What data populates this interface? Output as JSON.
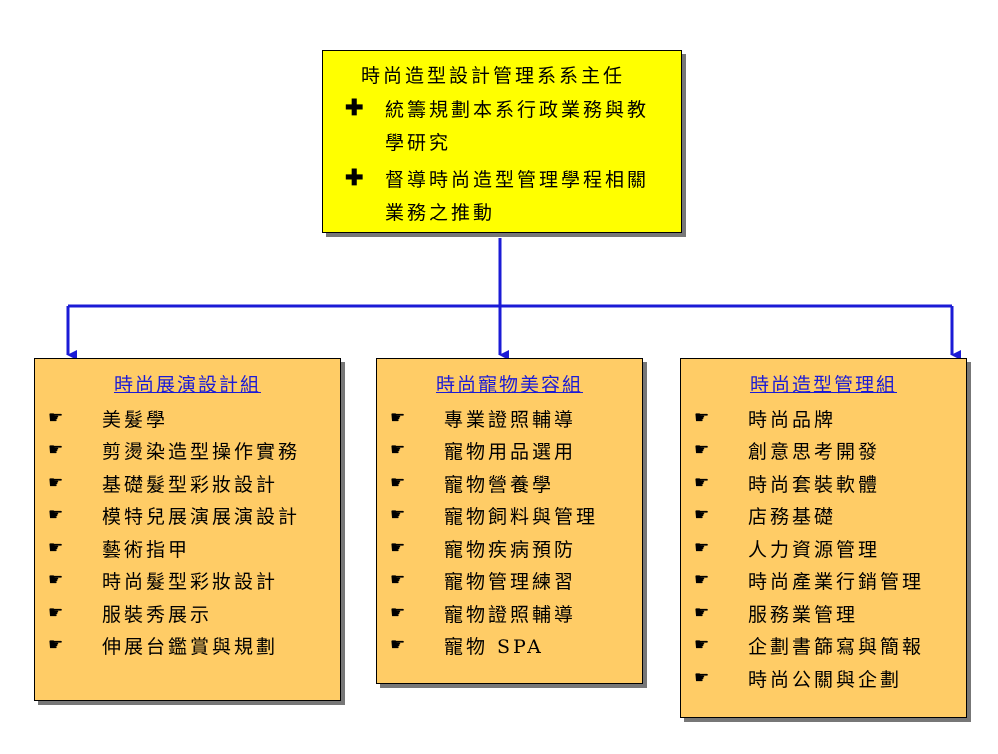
{
  "top": {
    "title": "時尚造型設計管理系系主任",
    "bullet_icon": "plus-bullet-icon",
    "duties": [
      "統籌規劃本系行政業務與教學研究",
      "督導時尚造型管理學程相關業務之推動"
    ]
  },
  "colors": {
    "top_box": "#ffff00",
    "group_box": "#ffcc66",
    "connector": "#1b1bd6",
    "group_title": "#1b1bd6"
  },
  "groups": [
    {
      "title": "時尚展演設計組",
      "items": [
        "美髮學",
        "剪燙染造型操作實務",
        "基礎髮型彩妝設計",
        "模特兒展演展演設計",
        "藝術指甲",
        "時尚髮型彩妝設計",
        "服裝秀展示",
        "伸展台鑑賞與規劃"
      ]
    },
    {
      "title": "時尚寵物美容組",
      "items": [
        "專業證照輔導",
        "寵物用品選用",
        "寵物營養學",
        "寵物飼料與管理",
        "寵物疾病預防",
        "寵物管理練習",
        "寵物證照輔導",
        "寵物 SPA"
      ]
    },
    {
      "title": "時尚造型管理組",
      "items": [
        "時尚品牌",
        "創意思考開發",
        "時尚套裝軟體",
        "店務基礎",
        "人力資源管理",
        "時尚產業行銷管理",
        "服務業管理",
        "企劃書篩寫與簡報",
        "時尚公關與企劃"
      ]
    }
  ],
  "item_icon": "pointing-hand-icon"
}
